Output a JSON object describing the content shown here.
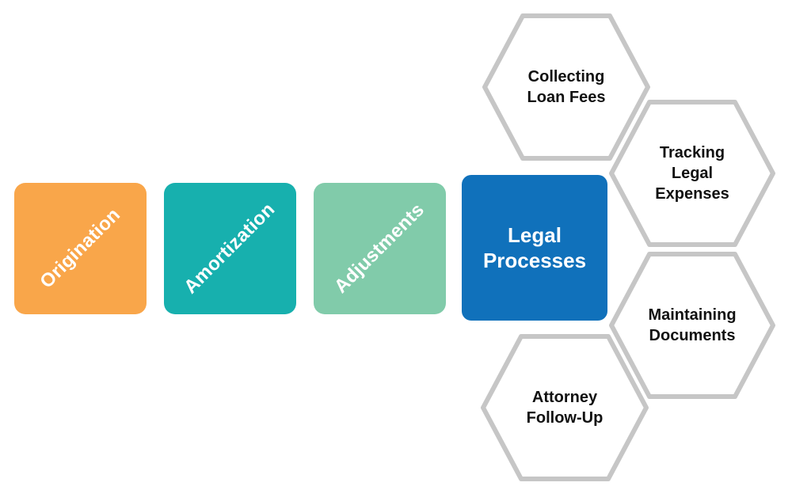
{
  "colors": {
    "origination": "#F9A64A",
    "amortization": "#17B0AE",
    "adjustments": "#81CBAA",
    "legal": "#1071BB",
    "hex_stroke": "#C6C6C6"
  },
  "steps": [
    {
      "label": "Origination"
    },
    {
      "label": "Amortization"
    },
    {
      "label": "Adjustments"
    }
  ],
  "legal": {
    "line1": "Legal",
    "line2": "Processes"
  },
  "hexes": [
    {
      "lines": [
        "Collecting",
        "Loan Fees"
      ]
    },
    {
      "lines": [
        "Tracking",
        "Legal",
        "Expenses"
      ]
    },
    {
      "lines": [
        "Maintaining",
        "Documents"
      ]
    },
    {
      "lines": [
        "Attorney",
        "Follow-Up"
      ]
    }
  ]
}
